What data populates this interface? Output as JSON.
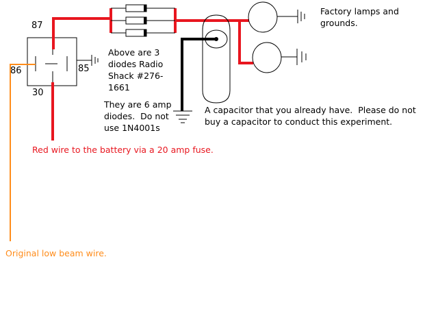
{
  "colors": {
    "red_wire": "#e8161f",
    "orange_wire": "#ff8c1a",
    "ground_wire": "#000000"
  },
  "relay": {
    "pin_87": "87",
    "pin_86": "86",
    "pin_85": "85",
    "pin_30": "30"
  },
  "labels": {
    "factory_lamps": "Factory lamps and\ngrounds.",
    "diodes_above": "Above are 3\ndiodes Radio\nShack #276-\n1661",
    "diodes_amp": "They are 6 amp\ndiodes.  Do not\nuse 1N4001s",
    "capacitor_note": "A capacitor that you already have.  Please do not\nbuy a capacitor to conduct this experiment.",
    "red_wire_note": "Red wire to the battery via a 20 amp fuse.",
    "low_beam_note": "Original low beam wire."
  }
}
